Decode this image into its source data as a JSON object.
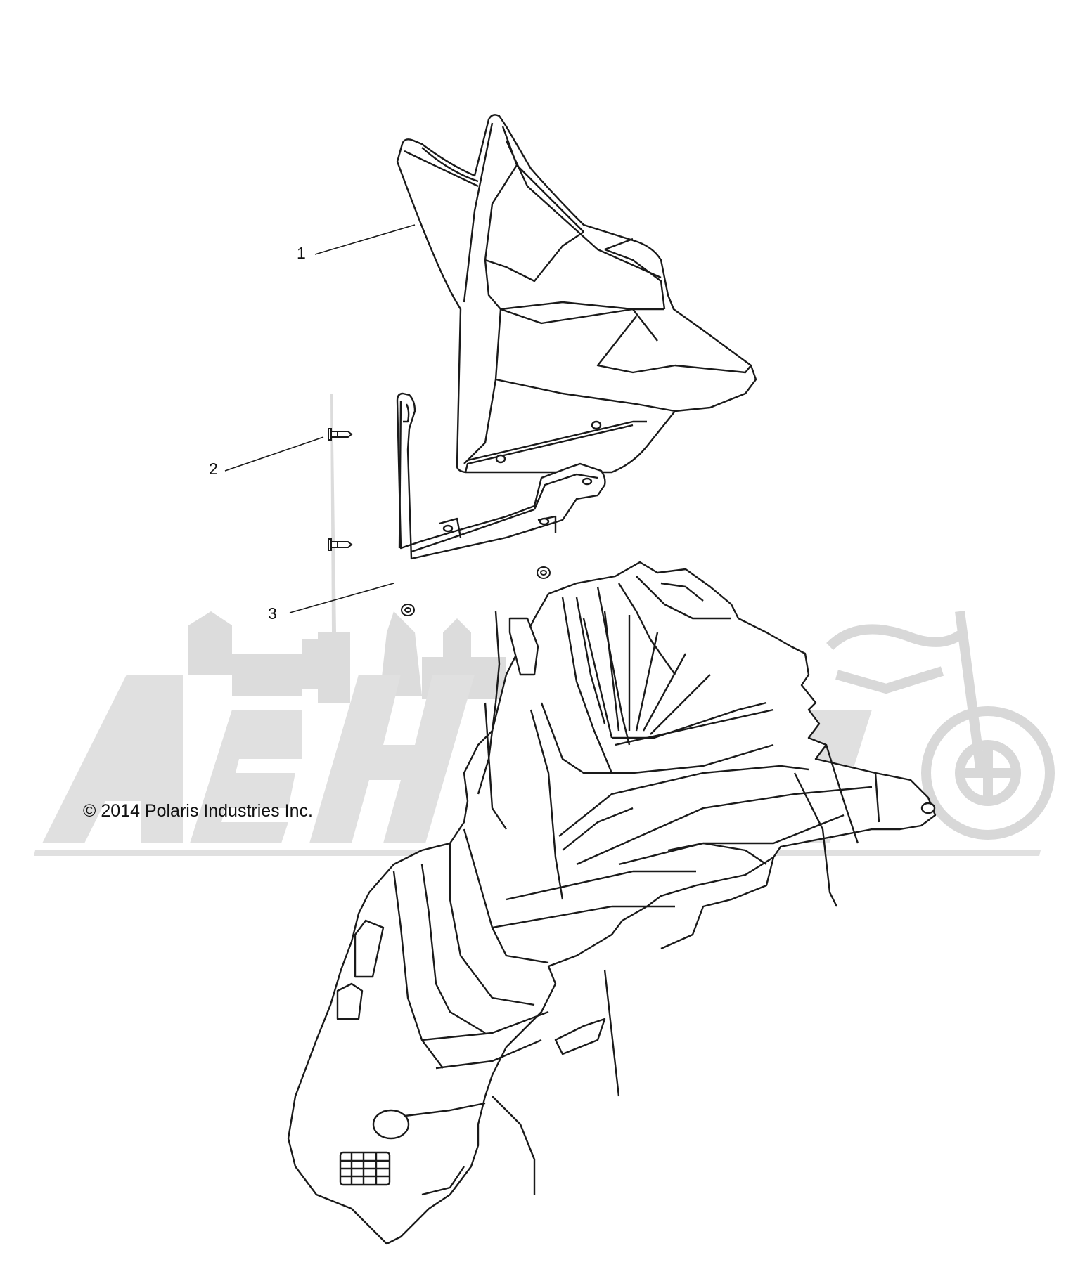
{
  "callouts": [
    {
      "number": "1",
      "part": "windshield"
    },
    {
      "number": "2",
      "part": "push-rivet"
    },
    {
      "number": "3",
      "part": "windshield-bracket"
    }
  ],
  "copyright": "© 2014 Polaris Industries Inc.",
  "watermark": {
    "text": "AehM Moto",
    "color": "#d9d9d9"
  },
  "colors": {
    "line": "#1a1a1a",
    "background": "#ffffff"
  }
}
